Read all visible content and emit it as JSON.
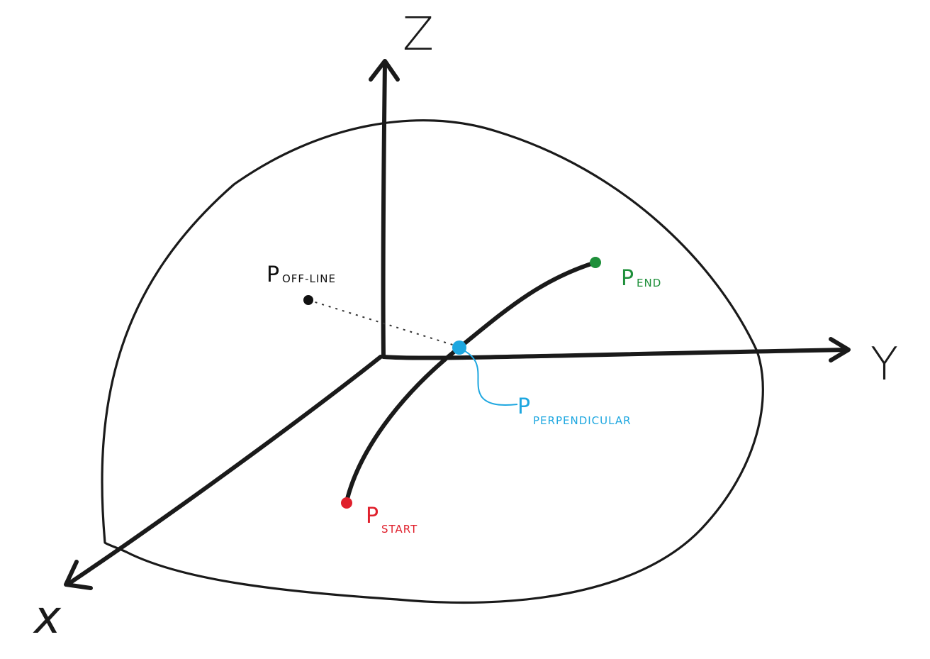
{
  "axes": {
    "z_label": "Z",
    "y_label": "Y",
    "x_label": "x"
  },
  "points": {
    "off_line": {
      "symbol": "P",
      "subscript": "OFF-LINE",
      "color": "#111111"
    },
    "end": {
      "symbol": "P",
      "subscript": "END",
      "color": "#1e8f3a"
    },
    "perpendicular": {
      "symbol": "P",
      "subscript": "PERPENDICULAR",
      "color": "#1ea7e0"
    },
    "start": {
      "symbol": "P",
      "subscript": "START",
      "color": "#e0202c"
    }
  }
}
